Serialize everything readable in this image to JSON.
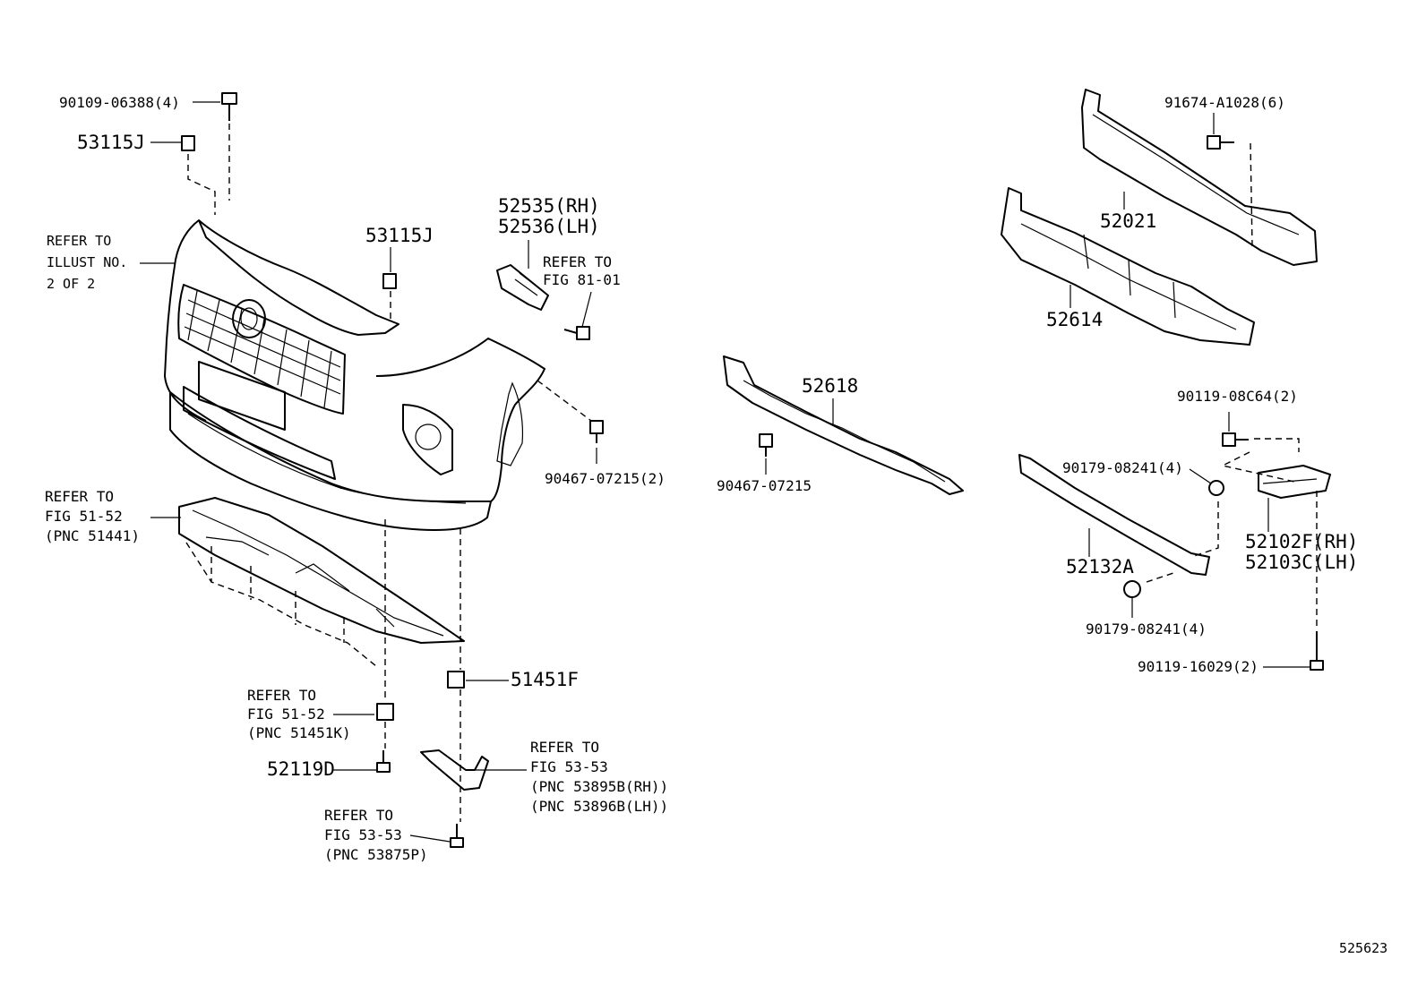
{
  "labels": {
    "p1": "90109-06388(4)",
    "p2": "53115J",
    "p3": "REFER TO",
    "p4": "ILLUST NO.",
    "p5": "2 OF 2",
    "p6": "53115J",
    "p7": "52535(RH)",
    "p8": "52536(LH)",
    "p9": "REFER TO",
    "p10": "FIG 81-01",
    "p11": "90467-07215(2)",
    "p12": "REFER TO",
    "p13": "FIG 51-52",
    "p14": "(PNC 51441)",
    "p15": "51451F",
    "p16": "REFER TO",
    "p17": "FIG 51-52",
    "p18": "(PNC 51451K)",
    "p19": "52119D",
    "p20": "REFER TO",
    "p21": "FIG 53-53",
    "p22": "(PNC 53895B(RH))",
    "p23": "(PNC 53896B(LH))",
    "p24": "REFER TO",
    "p25": "FIG 53-53",
    "p26": "(PNC 53875P)",
    "p27": "52618",
    "p28": "90467-07215",
    "p29": "91674-A1028(6)",
    "p30": "52021",
    "p31": "52614",
    "p32": "90119-08C64(2)",
    "p33": "90179-08241(4)",
    "p34": "52102F(RH)",
    "p35": "52103C(LH)",
    "p36": "52132A",
    "p37": "90179-08241(4)",
    "p38": "90119-16029(2)",
    "p39": "525623"
  }
}
